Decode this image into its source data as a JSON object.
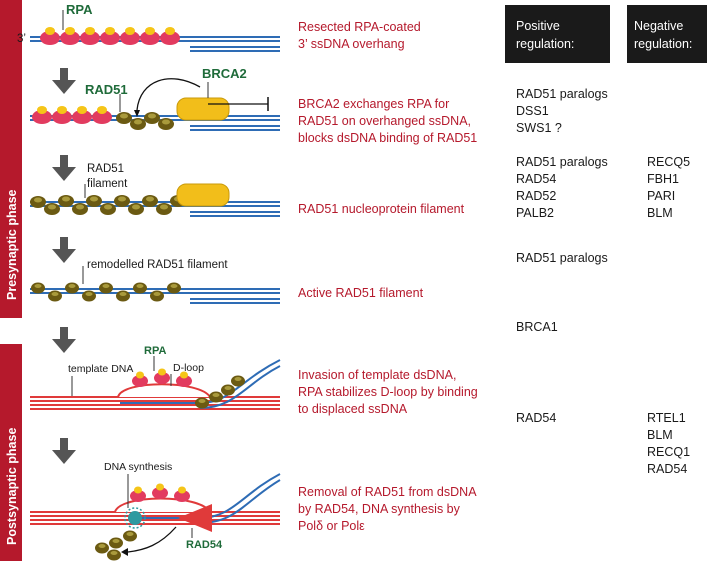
{
  "headers": {
    "positive": [
      "Positive",
      "regulation:"
    ],
    "negative": [
      "Negative",
      "regulation:"
    ]
  },
  "phases": {
    "presynaptic": "Presynaptic phase",
    "postsynaptic": "Postsynaptic phase"
  },
  "steps": [
    {
      "desc": [
        "Resected RPA-coated",
        "3’ ssDNA overhang"
      ],
      "positive": [],
      "negative": []
    },
    {
      "desc": [
        "BRCA2 exchanges RPA for",
        "RAD51 on overhanged ssDNA,",
        "blocks dsDNA binding of RAD51"
      ],
      "positive": [
        "RAD51 paralogs",
        "DSS1",
        "SWS1 ?"
      ],
      "negative": []
    },
    {
      "desc": [
        "RAD51 nucleoprotein filament"
      ],
      "positive": [
        "RAD51 paralogs",
        "RAD54",
        "RAD52",
        "PALB2"
      ],
      "negative": [
        "RECQ5",
        "FBH1",
        "PARI",
        "BLM"
      ]
    },
    {
      "desc": [
        "Active RAD51 filament"
      ],
      "positive": [
        "RAD51 paralogs"
      ],
      "negative": []
    },
    {
      "desc": [],
      "positive": [
        "BRCA1"
      ],
      "negative": []
    },
    {
      "desc": [
        "Invasion of template dsDNA,",
        "RPA stabilizes D-loop by binding",
        "to displaced ssDNA"
      ],
      "positive": [
        "RAD54"
      ],
      "negative": [
        "RTEL1",
        "BLM",
        "RECQ1",
        "RAD54"
      ]
    },
    {
      "desc": [
        "Removal of RAD51 from dsDNA",
        "by RAD54, DNA synthesis by",
        "Polδ or Polε"
      ],
      "positive": [],
      "negative": []
    }
  ],
  "labels": {
    "rpa": "RPA",
    "three_prime": "3’",
    "rad51": "RAD51",
    "brca2": "BRCA2",
    "rad51_filament": [
      "RAD51",
      "filament"
    ],
    "remodelled": "remodelled RAD51 filament",
    "rpa_small": "RPA",
    "template_dna": "template DNA",
    "d_loop": "D-loop",
    "dna_synthesis": "DNA synthesis",
    "rad54": "RAD54"
  },
  "colors": {
    "red_text": "#b5192c",
    "green_label": "#1f6b3a",
    "dna_blue": "#2e6cb5",
    "dna_red": "#e03a3a",
    "rpa_pink": "#e23b5f",
    "rpa_yellow": "#f5c518",
    "rad51_olive": "#6b5a12",
    "brca2_yellow": "#f2be1a",
    "header_bg": "#1a1a1a",
    "phase_bg": "#b5192c"
  }
}
